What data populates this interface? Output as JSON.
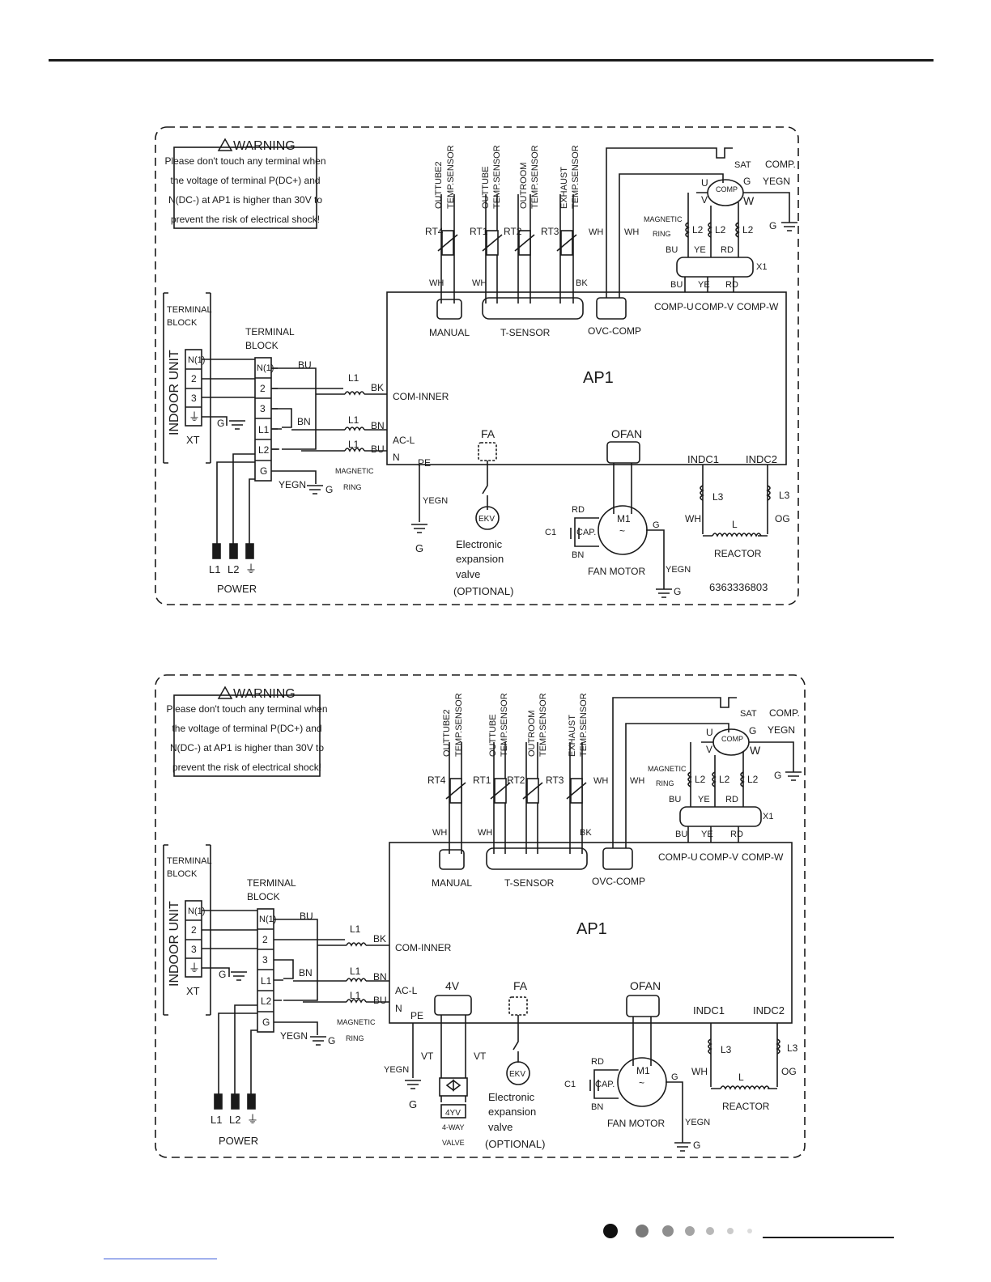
{
  "diagrams": [
    {
      "warning": {
        "title": "WARNING",
        "lines": [
          "Please don't touch any terminal when",
          "the voltage of terminal P(DC+) and",
          "N(DC-) at AP1 is higher than 30V to",
          "prevent the risk of electrical shock!"
        ]
      },
      "board": "AP1",
      "indoor": {
        "terminal_block_label": [
          "TERMINAL",
          "BLOCK"
        ],
        "unit_label": "INDOOR UNIT",
        "xt_label": "XT",
        "terminals": [
          "N(1)",
          "2",
          "3",
          "⏚"
        ],
        "g_label": "G"
      },
      "outdoor_terminal": {
        "label": [
          "TERMINAL",
          "BLOCK"
        ],
        "terminals": [
          "N(1)",
          "2",
          "3",
          "L1",
          "L2",
          "G"
        ],
        "yegn": "YEGN",
        "g": "G"
      },
      "power": {
        "terminals": [
          "L1",
          "L2",
          "⏚"
        ],
        "label": "POWER"
      },
      "line_inputs": {
        "bu_top": "BU",
        "bn_mid": "BN",
        "l1_a": "L1",
        "bk": "BK",
        "l1_b": "L1",
        "bn": "BN",
        "l1_c": "L1",
        "bu": "BU",
        "magnetic_ring": [
          "MAGNETIC",
          "RING"
        ],
        "com_inner": "COM-INNER",
        "ac_l": "AC-L",
        "n": "N",
        "pe": "PE",
        "pe_yegn": "YEGN",
        "pe_g": "G"
      },
      "sensors": [
        {
          "name": [
            "OUTTUBE2",
            "TEMP.SENSOR"
          ],
          "rt": "RT4"
        },
        {
          "name": [
            "OUTTUBE",
            "TEMP.SENSOR"
          ],
          "rt": "RT1"
        },
        {
          "name": [
            "OUTROOM",
            "TEMP.SENSOR"
          ],
          "rt": "RT2"
        },
        {
          "name": [
            "EXHAUST",
            "TEMP.SENSOR"
          ],
          "rt": "RT3"
        }
      ],
      "sensor_wires": {
        "wh1": "WH",
        "wh2": "WH",
        "bk": "BK",
        "wh3": "WH",
        "wh4": "WH"
      },
      "connectors": {
        "manual": "MANUAL",
        "t_sensor": "T-SENSOR",
        "ovc_comp": "OVC-COMP"
      },
      "compressor": {
        "sat": "SAT",
        "comp": "COMP.",
        "yegn": "YEGN",
        "u": "U",
        "v": "V",
        "w": "W",
        "g": "G",
        "body": "COMP",
        "magnetic_ring": [
          "MAGNETIC",
          "RING"
        ],
        "l2": "L2",
        "bu": "BU",
        "ye": "YE",
        "rd": "RD",
        "x1": "X1",
        "comp_u": "COMP-U",
        "comp_v": "COMP-V",
        "comp_w": "COMP-W",
        "ground_g": "G"
      },
      "fa": "FA",
      "ekv": {
        "name": "EKV",
        "caption": [
          "Electronic",
          "expansion",
          "valve",
          "(OPTIONAL)"
        ]
      },
      "ofan": "OFAN",
      "fan_motor": {
        "m1": "M1",
        "tilde": "~",
        "rd": "RD",
        "bn": "BN",
        "c1": "C1",
        "cap": "CAP.",
        "g": "G",
        "yegn": "YEGN",
        "ground_g": "G",
        "label": "FAN MOTOR"
      },
      "reactor": {
        "indc1": "INDC1",
        "indc2": "INDC2",
        "l3a": "L3",
        "l3b": "L3",
        "wh": "WH",
        "og": "OG",
        "l": "L",
        "label": "REACTOR"
      },
      "part_number": "6363336803"
    },
    {
      "warning": {
        "title": "WARNING",
        "lines": [
          "Please don't touch any terminal when",
          "the voltage of terminal P(DC+) and",
          "N(DC-) at AP1 is higher than 30V to",
          "prevent the risk of electrical shock!"
        ]
      },
      "board": "AP1",
      "indoor": {
        "terminal_block_label": [
          "TERMINAL",
          "BLOCK"
        ],
        "unit_label": "INDOOR UNIT",
        "xt_label": "XT",
        "terminals": [
          "N(1)",
          "2",
          "3",
          "⏚"
        ],
        "g_label": "G"
      },
      "outdoor_terminal": {
        "label": [
          "TERMINAL",
          "BLOCK"
        ],
        "terminals": [
          "N(1)",
          "2",
          "3",
          "L1",
          "L2",
          "G"
        ],
        "yegn": "YEGN",
        "g": "G"
      },
      "power": {
        "terminals": [
          "L1",
          "L2",
          "⏚"
        ],
        "label": "POWER"
      },
      "line_inputs": {
        "bu_top": "BU",
        "bn_mid": "BN",
        "l1_a": "L1",
        "bk": "BK",
        "l1_b": "L1",
        "bn": "BN",
        "l1_c": "L1",
        "bu": "BU",
        "magnetic_ring": [
          "MAGNETIC",
          "RING"
        ],
        "com_inner": "COM-INNER",
        "ac_l": "AC-L",
        "n": "N",
        "pe": "PE",
        "pe_yegn": "YEGN",
        "pe_g": "G"
      },
      "sensors": [
        {
          "name": [
            "OUTTUBE2",
            "TEMP.SENSOR"
          ],
          "rt": "RT4"
        },
        {
          "name": [
            "OUTTUBE",
            "TEMP.SENSOR"
          ],
          "rt": "RT1"
        },
        {
          "name": [
            "OUTROOM",
            "TEMP.SENSOR"
          ],
          "rt": "RT2"
        },
        {
          "name": [
            "EXHAUST",
            "TEMP.SENSOR"
          ],
          "rt": "RT3"
        }
      ],
      "sensor_wires": {
        "wh1": "WH",
        "wh2": "WH",
        "bk": "BK",
        "wh3": "WH",
        "wh4": "WH"
      },
      "connectors": {
        "manual": "MANUAL",
        "t_sensor": "T-SENSOR",
        "ovc_comp": "OVC-COMP"
      },
      "compressor": {
        "sat": "SAT",
        "comp": "COMP.",
        "yegn": "YEGN",
        "u": "U",
        "v": "V",
        "w": "W",
        "g": "G",
        "body": "COMP",
        "magnetic_ring": [
          "MAGNETIC",
          "RING"
        ],
        "l2": "L2",
        "bu": "BU",
        "ye": "YE",
        "rd": "RD",
        "x1": "X1",
        "comp_u": "COMP-U",
        "comp_v": "COMP-V",
        "comp_w": "COMP-W",
        "ground_g": "G"
      },
      "four_way": {
        "connector": "4V",
        "vt1": "VT",
        "vt2": "VT",
        "coil": "4YV",
        "label": [
          "4-WAY",
          "VALVE"
        ]
      },
      "fa": "FA",
      "ekv": {
        "name": "EKV",
        "caption": [
          "Electronic",
          "expansion",
          "valve",
          "(OPTIONAL)"
        ]
      },
      "ofan": "OFAN",
      "fan_motor": {
        "m1": "M1",
        "tilde": "~",
        "rd": "RD",
        "bn": "BN",
        "c1": "C1",
        "cap": "CAP.",
        "g": "G",
        "yegn": "YEGN",
        "ground_g": "G",
        "label": "FAN MOTOR"
      },
      "reactor": {
        "indc1": "INDC1",
        "indc2": "INDC2",
        "l3a": "L3",
        "l3b": "L3",
        "wh": "WH",
        "og": "OG",
        "l": "L",
        "label": "REACTOR"
      }
    }
  ],
  "footer": {
    "dots": 7
  }
}
